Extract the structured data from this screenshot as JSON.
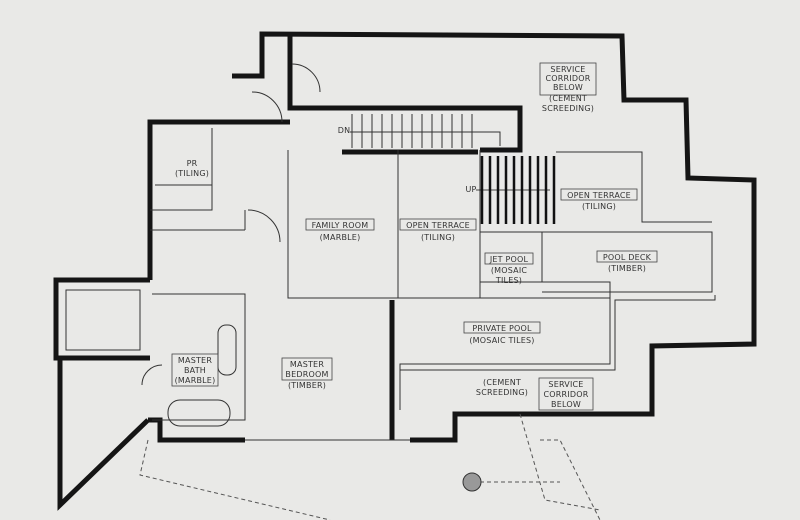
{
  "plan": {
    "service_corridor_top": [
      "SERVICE",
      "CORRIDOR",
      "BELOW",
      "(CEMENT",
      "SCREEDING)"
    ],
    "powder_room": [
      "PR",
      "(TILING)"
    ],
    "stair_down": "DN",
    "stair_up": "UP",
    "family_room": [
      "FAMILY ROOM",
      "(MARBLE)"
    ],
    "open_terrace_center": [
      "OPEN TERRACE",
      "(TILING)"
    ],
    "open_terrace_right": [
      "OPEN TERRACE",
      "(TILING)"
    ],
    "jet_pool": [
      "JET POOL",
      "(MOSAIC",
      "TILES)"
    ],
    "pool_deck": [
      "POOL DECK",
      "(TIMBER)"
    ],
    "private_pool": [
      "PRIVATE POOL",
      "(MOSAIC TILES)"
    ],
    "master_bath": [
      "MASTER",
      "BATH",
      "(MARBLE)"
    ],
    "master_bedroom": [
      "MASTER",
      "BEDROOM",
      "(TIMBER)"
    ],
    "cement_screeding_bottom": [
      "(CEMENT",
      "SCREEDING)"
    ],
    "service_corridor_bottom": [
      "SERVICE",
      "CORRIDOR",
      "BELOW"
    ]
  }
}
